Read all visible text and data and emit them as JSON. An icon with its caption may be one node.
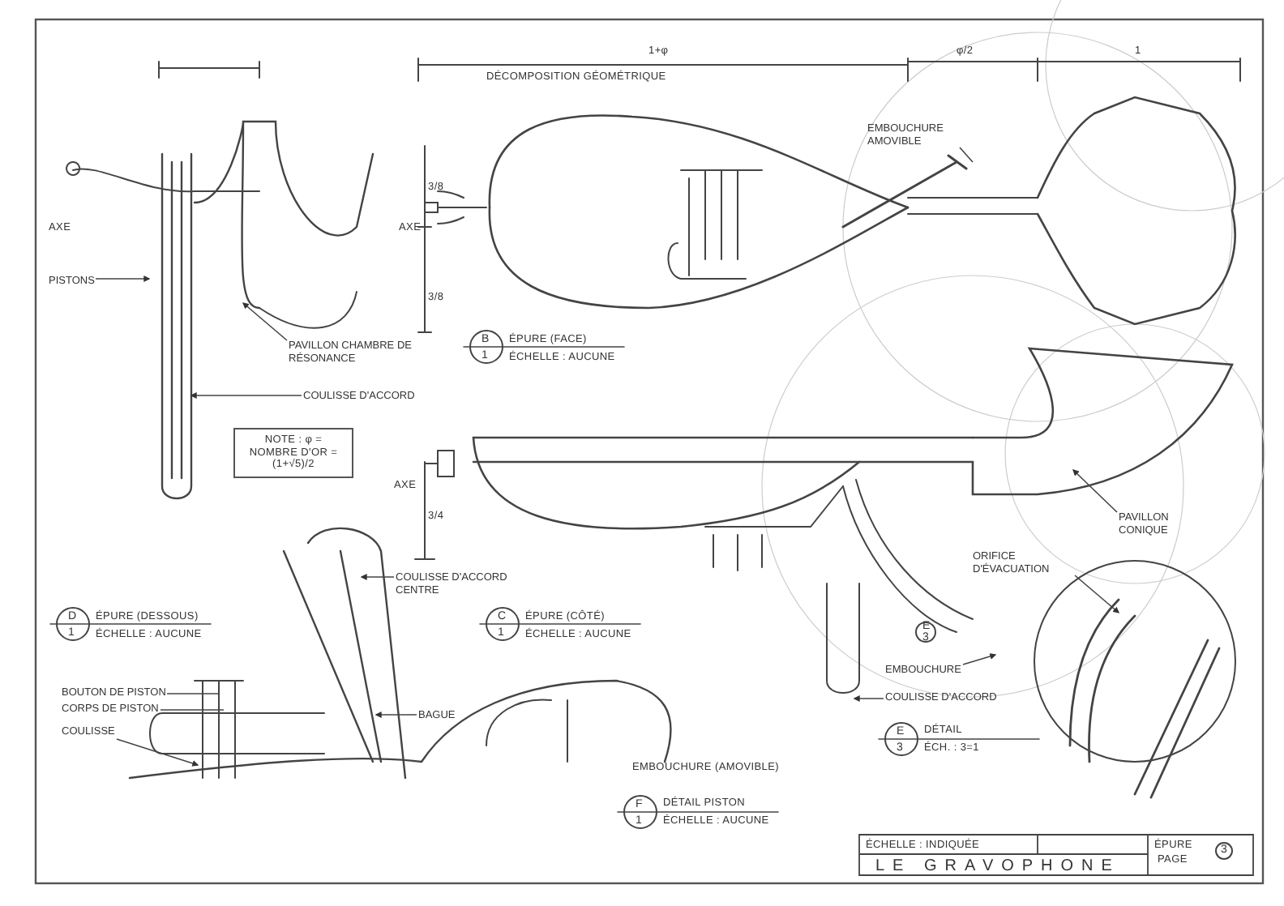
{
  "diagram": {
    "nodes": [
      {
        "text": [
          "PISTONS"
        ]
      },
      {
        "text": [
          "PAVILLON CHAMBRE DE RÉSONANCE"
        ]
      },
      {
        "text": [
          "COULISSE D'ACCORD"
        ]
      },
      {
        "text": [
          "COULISSE D'ACCORD CENTRE"
        ]
      },
      {
        "text": [
          "EMBOUCHURE AMOVIBLE"
        ]
      },
      {
        "text": [
          "PAVILLON CONIQUE"
        ]
      },
      {
        "text": [
          "ORIFICE D'ÉVACUATION"
        ]
      },
      {
        "text": [
          "EMBOUCHURE"
        ]
      },
      {
        "text": [
          "COULISSE D'ACCORD"
        ]
      },
      {
        "text": [
          "BOUTON DE PISTON"
        ]
      },
      {
        "text": [
          "CORPS DE PISTON"
        ]
      },
      {
        "text": [
          "COULISSE"
        ]
      },
      {
        "text": [
          "BAGUE"
        ]
      }
    ],
    "edges": [
      {
        "from": 0,
        "to": null,
        "arrow": "to"
      },
      {
        "from": 1,
        "to": null,
        "arrow": "to"
      },
      {
        "from": 2,
        "to": null,
        "arrow": "to"
      },
      {
        "from": 3,
        "to": null,
        "arrow": "to"
      },
      {
        "from": 4,
        "to": null,
        "arrow": "none"
      },
      {
        "from": 5,
        "to": null,
        "arrow": "to"
      },
      {
        "from": 6,
        "to": null,
        "arrow": "to"
      },
      {
        "from": 7,
        "to": null,
        "arrow": "to"
      },
      {
        "from": 8,
        "to": null,
        "arrow": "to"
      },
      {
        "from": 9,
        "to": null,
        "arrow": "none"
      },
      {
        "from": 10,
        "to": null,
        "arrow": "none"
      },
      {
        "from": 11,
        "to": null,
        "arrow": "to"
      },
      {
        "from": 12,
        "to": null,
        "arrow": "to"
      }
    ],
    "labels": [
      "1+φ",
      "DÉCOMPOSITION GÉOMÉTRIQUE",
      "φ/2",
      "1",
      "AXE",
      "3/8",
      "AXE",
      "3/8",
      "B",
      "1",
      "ÉPURE (FACE)",
      "ÉCHELLE : AUCUNE",
      "NOTE : φ = NOMBRE D'OR = (1+√5)/2",
      "AXE",
      "3/4",
      "D",
      "1",
      "ÉPURE (DESSOUS)",
      "ÉCHELLE : AUCUNE",
      "C",
      "1",
      "ÉPURE (CÔTÉ)",
      "ÉCHELLE : AUCUNE",
      "E",
      "3",
      "EMBOUCHURE (AMOVIBLE)",
      "E",
      "3",
      "DÉTAIL",
      "ÉCH. : 3=1",
      "F",
      "1",
      "DÉTAIL PISTON",
      "ÉCHELLE : AUCUNE",
      "ÉCHELLE : INDIQUÉE",
      "LE GRAVOPHONE",
      "ÉPURE",
      "PAGE",
      "3"
    ]
  }
}
